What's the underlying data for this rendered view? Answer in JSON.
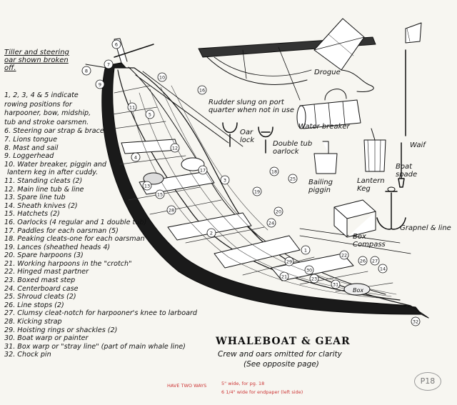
{
  "tiller_note": [
    "Tiller and steering",
    "oar shown broken",
    "off."
  ],
  "legend": {
    "intro": [
      "1, 2, 3, 4 & 5 indicate",
      "rowing positions for",
      "harpooner, bow, midship,",
      "tub and stroke oarsmen."
    ],
    "items": [
      "6. Steering oar strap & brace",
      "7. Lions tongue",
      "8. Mast and sail",
      "9. Loggerhead",
      "10. Water breaker, piggin and",
      "lantern keg in after cuddy.",
      "11. Standing cleats (2)",
      "12. Main line tub & line",
      "13. Spare line tub",
      "14. Sheath knives (2)",
      "15. Hatchets (2)",
      "16. Oarlocks (4 regular and 1 double tub)",
      "17. Paddles for each oarsman (5)",
      "18. Peaking cleats-one for each oarsman",
      "19. Lances (sheathed heads 4)",
      "20. Spare harpoons (3)",
      "21. Working harpoons in the \"crotch\"",
      "22. Hinged mast partner",
      "23. Boxed mast step",
      "24. Centerboard case",
      "25. Shroud cleats (2)",
      "26. Line stops (2)",
      "27. Clumsy cleat-notch for harpooner's knee to larboard",
      "28. Kicking strap",
      "29. Hoisting rings or shackles (2)",
      "30. Boat warp or painter",
      "31. Box warp or \"stray line\" (part of main whale line)",
      "32. Chock pin"
    ]
  },
  "labels": {
    "rudder": [
      "Rudder slung on port",
      "quarter when not in use"
    ],
    "drogue": "Drogue",
    "water_breaker": "Water breaker",
    "oarlock": [
      "Oar",
      "lock"
    ],
    "double_tub": [
      "Double tub",
      "oarlock"
    ],
    "bailing": [
      "Bailing",
      "piggin"
    ],
    "lantern": [
      "Lantern",
      "Keg"
    ],
    "waif": "Waif",
    "boat_spade": [
      "Boat",
      "spade"
    ],
    "grapnel": "Grapnel & line",
    "box_compass": [
      "Box",
      "Compass"
    ],
    "box": "Box"
  },
  "boat_numbers": [
    "1",
    "2",
    "3",
    "4",
    "5",
    "6",
    "7",
    "8",
    "9",
    "10",
    "11",
    "12",
    "13",
    "14",
    "15",
    "16",
    "17",
    "18",
    "19",
    "20",
    "21",
    "22",
    "23",
    "24",
    "25",
    "26",
    "27",
    "28",
    "29",
    "30",
    "31",
    "32"
  ],
  "title": "WHALEBOAT & GEAR",
  "subtitle": "Crew and oars omitted for clarity",
  "subtitle2": "(See opposite page)",
  "page_mark": "P18",
  "red_note": {
    "a": "HAVE TWO WAYS",
    "b": "5\" wide, for pg. 18",
    "c": "6 1/4\" wide for endpaper (left side)"
  }
}
